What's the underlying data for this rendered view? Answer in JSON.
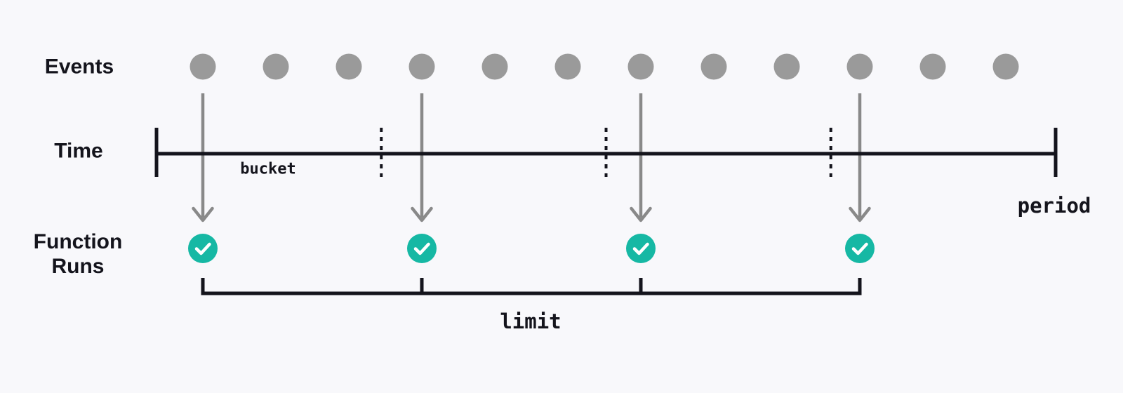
{
  "labels": {
    "events": "Events",
    "time": "Time",
    "function_runs": "Function\nRuns",
    "bucket": "bucket",
    "period": "period",
    "limit": "limit"
  },
  "diagram": {
    "type": "rate-limit-timeline",
    "event_count": 12,
    "bucket_count": 4,
    "events_per_bucket": 3,
    "function_run_event_indices": [
      0,
      3,
      6,
      9
    ],
    "function_run_count": 4,
    "run_status_icon": "check-icon"
  },
  "colors": {
    "background": "#f8f8fb",
    "event_dot": "#9a9a9a",
    "arrow": "#898989",
    "line": "#14141c",
    "text": "#14141c",
    "function_run": "#16b8a4",
    "check": "#ffffff"
  }
}
